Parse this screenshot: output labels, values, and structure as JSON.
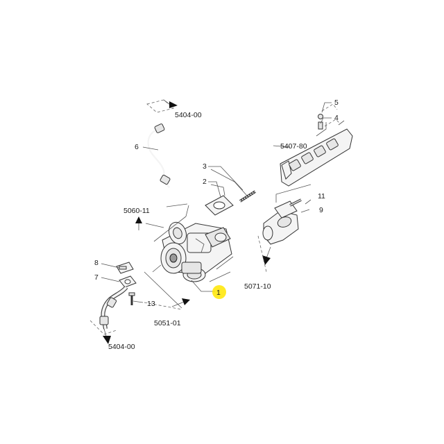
{
  "callouts": {
    "c1": "1",
    "c2": "2",
    "c3": "3",
    "c4": "4",
    "c5": "5",
    "c6": "6",
    "c7": "7",
    "c8": "8",
    "c9": "9",
    "c11": "11",
    "c13": "13"
  },
  "refs": {
    "oil_feed_top": "5404-00",
    "exhaust_manifold": "5407-80",
    "intake": "5060-11",
    "downpipe": "5071-10",
    "turbo_mount": "5051-01",
    "oil_return": "5404-00"
  },
  "highlight_color": "#ffe600"
}
